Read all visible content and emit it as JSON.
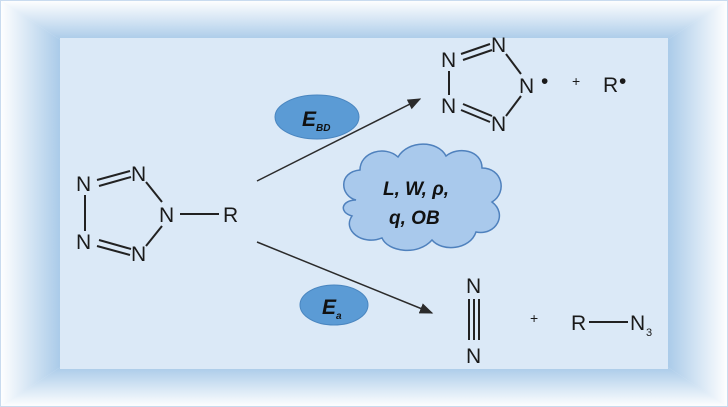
{
  "reactant": {
    "atoms": [
      "N",
      "N",
      "N",
      "N",
      "N"
    ],
    "substituent": "R"
  },
  "bond_dissociation": {
    "label_main": "E",
    "label_sub": "BD",
    "products": {
      "tetrazolyl_atoms": [
        "N",
        "N",
        "N",
        "N",
        "N"
      ],
      "radical_dot": "•",
      "plus": "+",
      "r_radical": "R",
      "r_dot": "•"
    }
  },
  "activation": {
    "label_main": "E",
    "label_sub": "a",
    "products": {
      "n2_top": "N",
      "n2_bottom": "N",
      "plus": "+",
      "azide_r": "R",
      "azide_n": "N",
      "azide_sub": "3"
    }
  },
  "descriptors": {
    "line1": "L, W, ρ,",
    "line2": "q, OB"
  },
  "colors": {
    "frame_inner": "#dbe9f7",
    "frame_glow": "#9fc4e6",
    "ellipse_fill": "#5b9bd5",
    "cloud_fill": "#a9c9ec",
    "cloud_stroke": "#4f81bd",
    "arrow": "#2b2b2b"
  }
}
